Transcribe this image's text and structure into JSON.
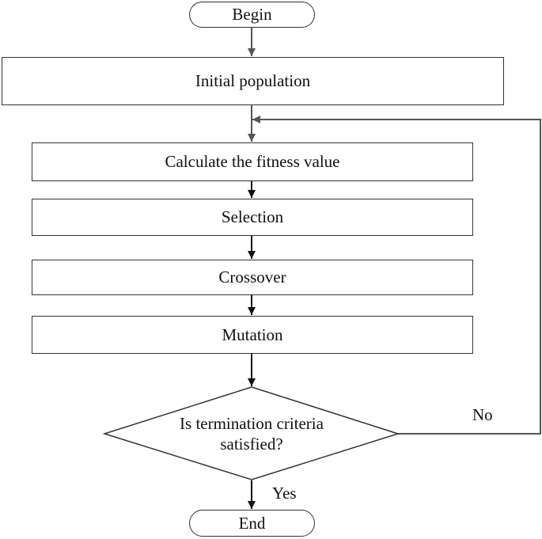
{
  "flowchart": {
    "begin": "Begin",
    "initial_population": "Initial population",
    "fitness": "Calculate the fitness value",
    "selection": "Selection",
    "crossover": "Crossover",
    "mutation": "Mutation",
    "decision": {
      "line1": "Is termination criteria",
      "line2": "satisfied?"
    },
    "no_label": "No",
    "yes_label": "Yes",
    "end": "End"
  }
}
